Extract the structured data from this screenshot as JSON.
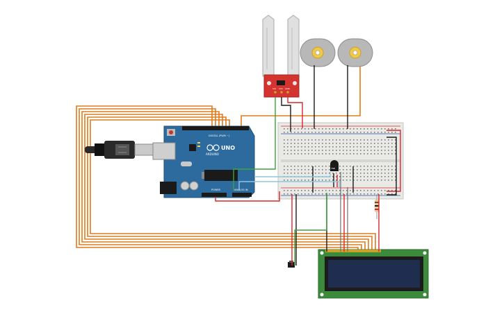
{
  "arduino": {
    "model": "UNO",
    "brand": "ARDUINO",
    "digital_label": "DIGITAL (PWM ~)",
    "power_label": "POWER",
    "analog_label": "ANALOG IN",
    "board_color": "#2d6b9e",
    "header_color": "#1a1a1a"
  },
  "breadboard": {
    "color": "#e9e9e6",
    "rail_red": "#d9262a",
    "rail_blue": "#2b4fa3"
  },
  "soil_sensor": {
    "board_color": "#d4342f",
    "probe_color": "#e0e0e0",
    "pin_labels": [
      "SIG",
      "VCC",
      "GND"
    ]
  },
  "motors": {
    "count": 2,
    "body_color": "#b8b8b8",
    "shaft_color": "#f1c94a"
  },
  "lcd": {
    "pcb_color": "#3c8a3b",
    "screen_color": "#1f2e4f"
  },
  "temp_sensor": {
    "label": "TMP"
  },
  "wire_colors": {
    "orange": "#e07b1a",
    "red": "#d9262a",
    "black": "#1a1a1a",
    "green": "#3aa43a",
    "light_blue": "#8fc6e0"
  }
}
